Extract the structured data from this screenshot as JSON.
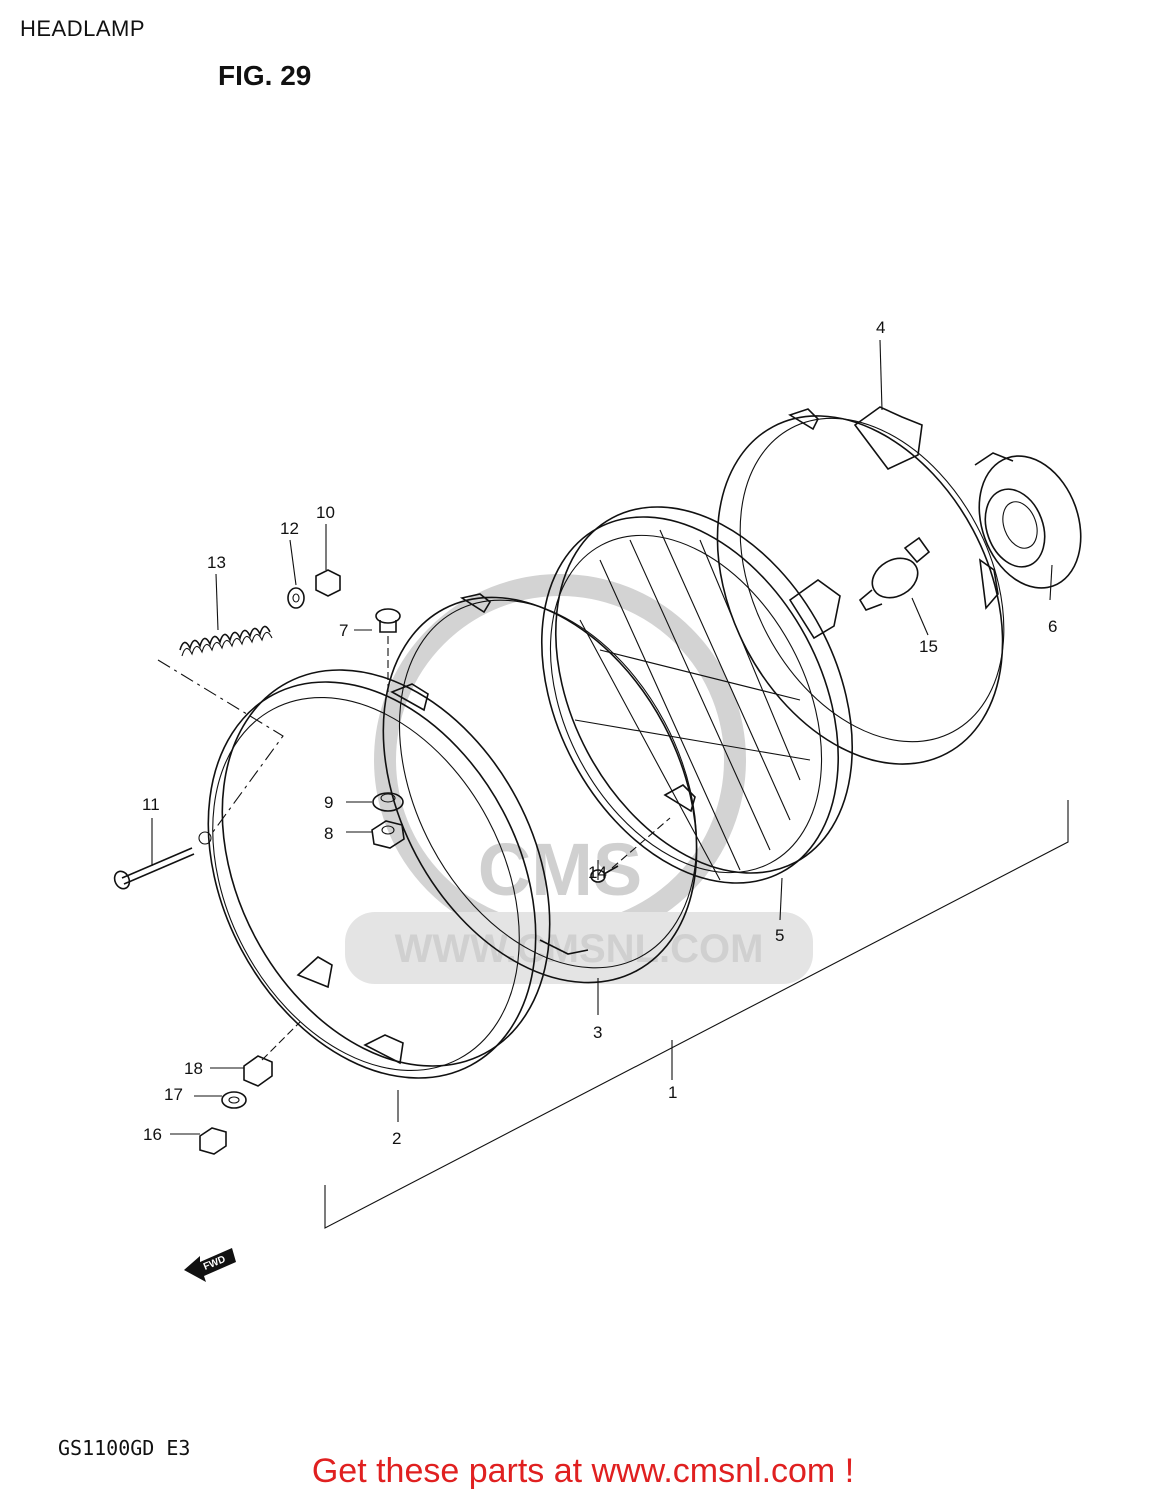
{
  "header": {
    "title": "HEADLAMP"
  },
  "figure": {
    "label": "FIG. 29"
  },
  "watermark": {
    "site": "WWW.CMSNL.COM",
    "logo": "CMS"
  },
  "callouts": [
    {
      "id": "c1",
      "text": "1"
    },
    {
      "id": "c2",
      "text": "2"
    },
    {
      "id": "c3",
      "text": "3"
    },
    {
      "id": "c4",
      "text": "4"
    },
    {
      "id": "c5",
      "text": "5"
    },
    {
      "id": "c6",
      "text": "6"
    },
    {
      "id": "c7",
      "text": "7"
    },
    {
      "id": "c8",
      "text": "8"
    },
    {
      "id": "c9",
      "text": "9"
    },
    {
      "id": "c10",
      "text": "10"
    },
    {
      "id": "c11",
      "text": "11"
    },
    {
      "id": "c12",
      "text": "12"
    },
    {
      "id": "c13",
      "text": "13"
    },
    {
      "id": "c14",
      "text": "14"
    },
    {
      "id": "c15",
      "text": "15"
    },
    {
      "id": "c16",
      "text": "16"
    },
    {
      "id": "c17",
      "text": "17"
    },
    {
      "id": "c18",
      "text": "18"
    }
  ],
  "fwd_arrow": {
    "label": "FWD"
  },
  "footer": {
    "model_code": "GS1100GD E3",
    "promo": "Get these parts at www.cmsnl.com !"
  },
  "colors": {
    "promo": "#e02020",
    "line": "#111111",
    "watermark": "#d0d0d0"
  }
}
